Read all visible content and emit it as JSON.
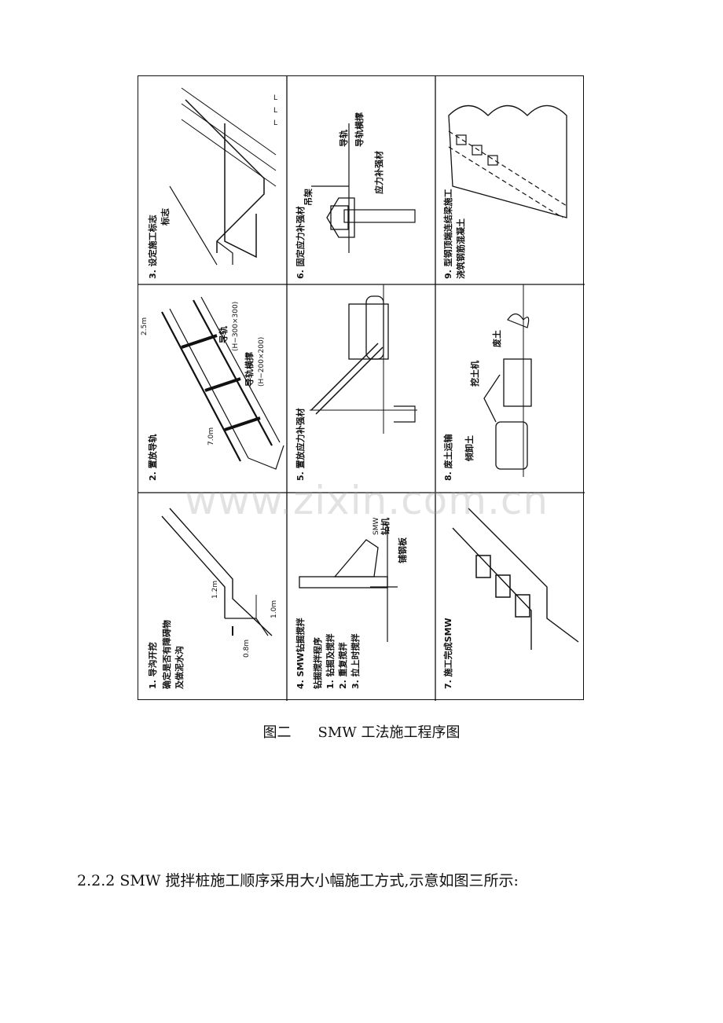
{
  "figure": {
    "panels": [
      {
        "title": "1. 导沟开挖",
        "lines": [
          "确定是否有障碍物",
          "及做泥水沟"
        ],
        "dims": [
          "1.2m",
          "1.0m",
          "0.8m"
        ]
      },
      {
        "title": "2. 置放导轨",
        "labels": [
          "2.5m",
          "导轨",
          "(H−300×300)",
          "导轨横撑",
          "(H−200×200)",
          "7.0m"
        ]
      },
      {
        "title": "3. 设定施工标志",
        "labels": [
          "标志",
          "L",
          "L",
          "L"
        ]
      },
      {
        "title": "4. SMW钻掘搅拌",
        "lines": [
          "钻掘搅拌程序",
          "1. 钻掘及搅拌",
          "2. 重复搅拌",
          "3. 拉上时搅拌"
        ],
        "labels": [
          "SMW",
          "钻机",
          "铺钢板"
        ]
      },
      {
        "title": "5. 置放应力补强材",
        "labels": []
      },
      {
        "title": "6. 固定应力补强材",
        "labels": [
          "吊架",
          "导轨",
          "导轨横撑",
          "应力补强材"
        ]
      },
      {
        "title": "7. 施工完成SMW",
        "labels": []
      },
      {
        "title": "8. 废土运输",
        "labels": [
          "倾卸土",
          "挖土机",
          "废土"
        ]
      },
      {
        "title": "9. 型钢顶端连结梁施工",
        "lines": [
          "浇筑钢筋混凝土"
        ],
        "labels": []
      }
    ]
  },
  "watermark": "www.zixin.com.cn",
  "caption": {
    "label": "图二",
    "text": "SMW 工法施工程序图"
  },
  "paragraph": "2.2.2 SMW 搅拌桩施工顺序采用大小幅施工方式,示意如图三所示:"
}
